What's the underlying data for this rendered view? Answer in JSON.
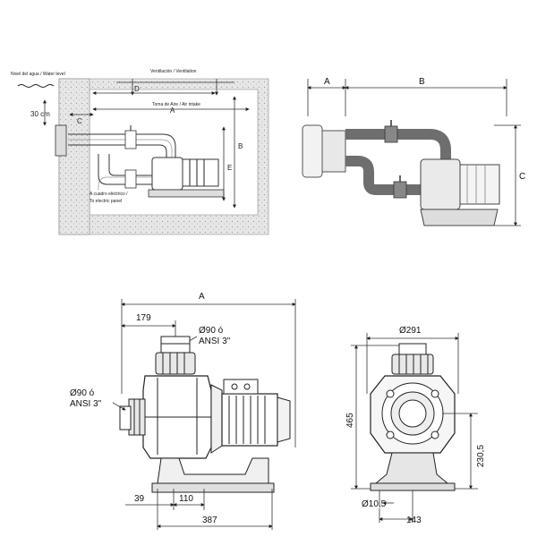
{
  "installation_view": {
    "water_level": "Nivel del agua / Water level",
    "ventilation": "Ventilación / Ventilation",
    "air_intake": "Toma de Aire / Air intake",
    "electric_panel_es": "A cuadro eléctrico /",
    "electric_panel_en": "To electric panel",
    "depth": "30 cm",
    "dim_c": "C",
    "dim_d": "D",
    "dim_a": "A",
    "dim_b": "B",
    "dim_e": "E"
  },
  "side_view": {
    "dim_a": "A",
    "dim_b": "B",
    "dim_c": "C"
  },
  "pump_side_view": {
    "dim_overall": "A",
    "dim_suction_offset": "179",
    "outlet_diameter": "Ø90 ó",
    "outlet_standard": "ANSI 3\"",
    "inlet_diameter": "Ø90 ó",
    "inlet_standard": "ANSI 3\"",
    "dim_base_edge": "39",
    "dim_base_holes": "110",
    "dim_base_length": "387"
  },
  "pump_front_view": {
    "dim_width": "Ø291",
    "dim_height": "465",
    "dim_axis_height": "230,5",
    "dim_hole": "Ø10,5",
    "dim_half_base": "143"
  }
}
